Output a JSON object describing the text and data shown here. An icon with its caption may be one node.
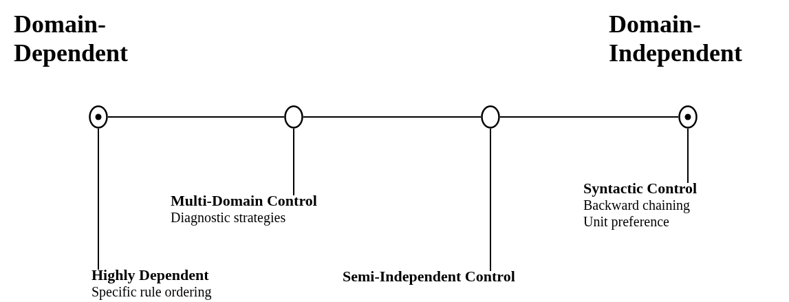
{
  "diagram": {
    "nodes": [
      {
        "text": [],
        "shape": "circle"
      },
      {
        "text": [],
        "shape": "circle"
      },
      {
        "text": [],
        "shape": "circle"
      },
      {
        "text": [],
        "shape": "circle"
      },
      {
        "text": [
          "Highly Dependent",
          "Specific rule ordering"
        ]
      },
      {
        "text": [
          "Multi-Domain Control",
          "Diagnostic strategies"
        ]
      },
      {
        "text": [
          "Semi-Independent Control"
        ]
      },
      {
        "text": [
          "Syntactic Control",
          "Backward chaining",
          "Unit preference"
        ]
      }
    ],
    "edges": [
      {
        "from": 0,
        "to": 1,
        "arrow": "none"
      },
      {
        "from": 1,
        "to": 2,
        "arrow": "none"
      },
      {
        "from": 2,
        "to": 3,
        "arrow": "none"
      },
      {
        "from": 0,
        "to": 4,
        "arrow": "none"
      },
      {
        "from": 1,
        "to": 5,
        "arrow": "none"
      },
      {
        "from": 2,
        "to": 6,
        "arrow": "none"
      },
      {
        "from": 3,
        "to": 7,
        "arrow": "none"
      }
    ],
    "labels": [
      "Domain- Dependent",
      "Domain- Independent"
    ]
  }
}
